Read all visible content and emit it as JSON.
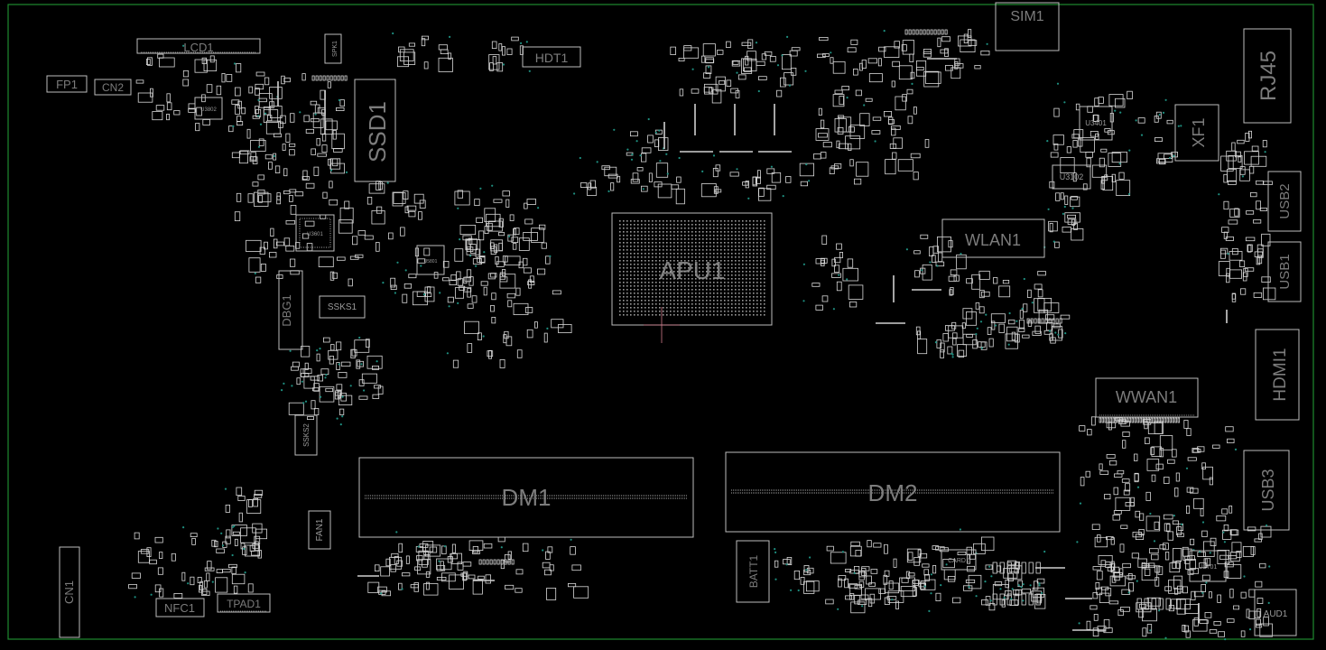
{
  "labels": {
    "lcd1": "LCD1",
    "fp1": "FP1",
    "cn2": "CN2",
    "spk1": "SPK1",
    "ssd1": "SSD1",
    "hdt1": "HDT1",
    "sim1": "SIM1",
    "rj45": "RJ45",
    "xf1": "XF1",
    "u3401": "U3401",
    "u3102": "U3102",
    "usb2": "USB2",
    "usb1": "USB1",
    "wlan1": "WLAN1",
    "apu1": "APU1",
    "dbg1": "DBG1",
    "ssks1": "SSKS1",
    "ssks2": "SSKS2",
    "hdmi1": "HDMI1",
    "wwan1": "WWAN1",
    "usb3": "USB3",
    "dm1": "DM1",
    "dm2": "DM2",
    "fan1": "FAN1",
    "cn1": "CN1",
    "nfc1": "NFC1",
    "tpad1": "TPAD1",
    "batt1": "BATT1",
    "card1": "CARD1",
    "aud1": "AUD1",
    "u2701": "U2701",
    "u3802": "U3802",
    "u3601": "U3601",
    "u5801": "U5801"
  },
  "colors": {
    "background": "#000000",
    "outline": "#1f8a2e",
    "component": "#bdbdbd",
    "label": "#7c7c7c",
    "via": "#1e8f80"
  }
}
